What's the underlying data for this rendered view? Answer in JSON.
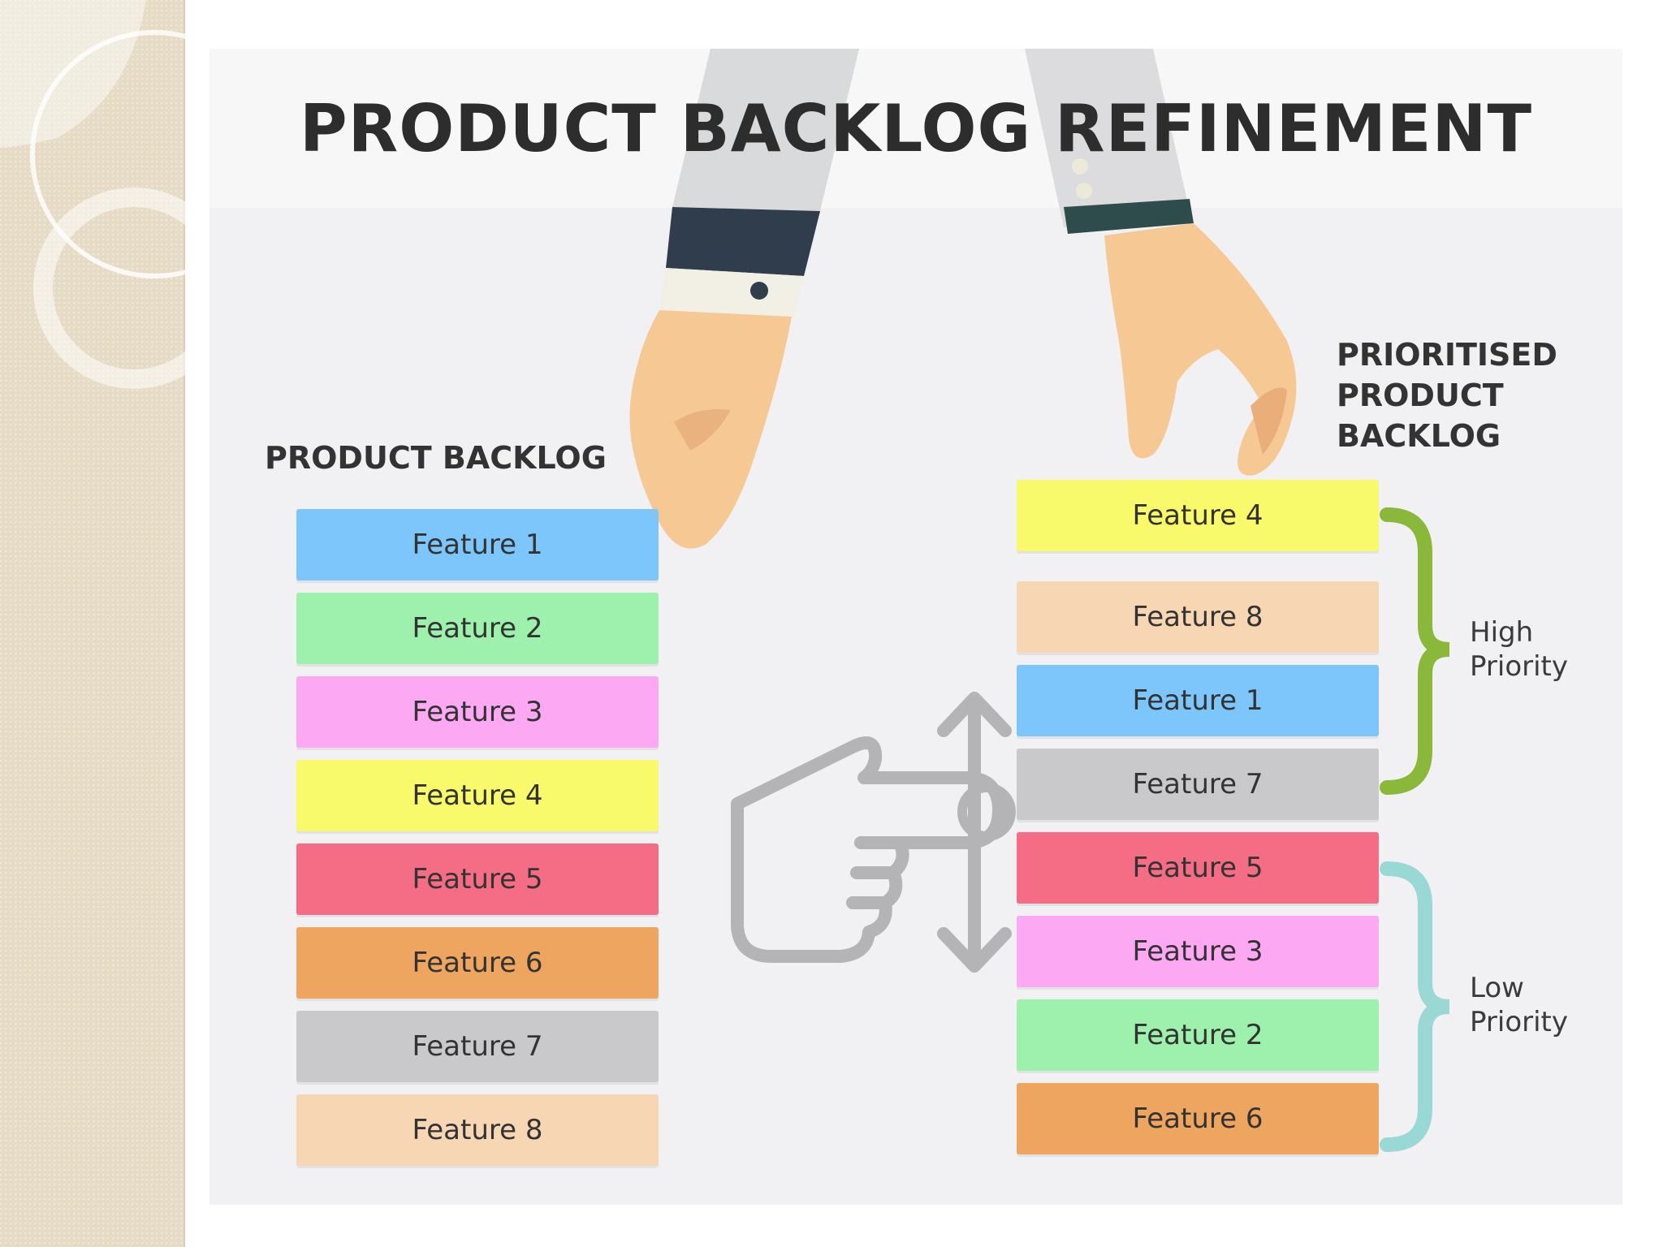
{
  "title": "PRODUCT BACKLOG REFINEMENT",
  "product_backlog": {
    "label": "PRODUCT BACKLOG",
    "items": [
      {
        "label": "Feature 1",
        "color": "#7cc6fb"
      },
      {
        "label": "Feature 2",
        "color": "#9ef0ad"
      },
      {
        "label": "Feature 3",
        "color": "#fca8f2"
      },
      {
        "label": "Feature 4",
        "color": "#f9f96c"
      },
      {
        "label": "Feature 5",
        "color": "#f56d84"
      },
      {
        "label": "Feature 6",
        "color": "#eda55f"
      },
      {
        "label": "Feature 7",
        "color": "#c9c9cc"
      },
      {
        "label": "Feature 8",
        "color": "#f7d6b4"
      }
    ]
  },
  "prioritised_backlog": {
    "label_lines": [
      "PRIORITISED",
      "PRODUCT",
      "BACKLOG"
    ],
    "items": [
      {
        "label": "Feature 4",
        "color": "#f9f96c"
      },
      {
        "label": "Feature 8",
        "color": "#f7d6b4"
      },
      {
        "label": "Feature 1",
        "color": "#7cc6fb"
      },
      {
        "label": "Feature 7",
        "color": "#c9c9cc"
      },
      {
        "label": "Feature 5",
        "color": "#f56d84"
      },
      {
        "label": "Feature 3",
        "color": "#fca8f2"
      },
      {
        "label": "Feature 2",
        "color": "#9ef0ad"
      },
      {
        "label": "Feature 6",
        "color": "#eda55f"
      }
    ]
  },
  "priority_groups": {
    "high": {
      "lines": [
        "High",
        "Priority"
      ],
      "color": "#8ab83a"
    },
    "low": {
      "lines": [
        "Low",
        "Priority"
      ],
      "color": "#99d8d4"
    }
  },
  "icons": {
    "hand_left": "open-hand-icon",
    "hand_right": "pinching-hand-icon",
    "gesture": "drag-up-down-hand-icon"
  }
}
